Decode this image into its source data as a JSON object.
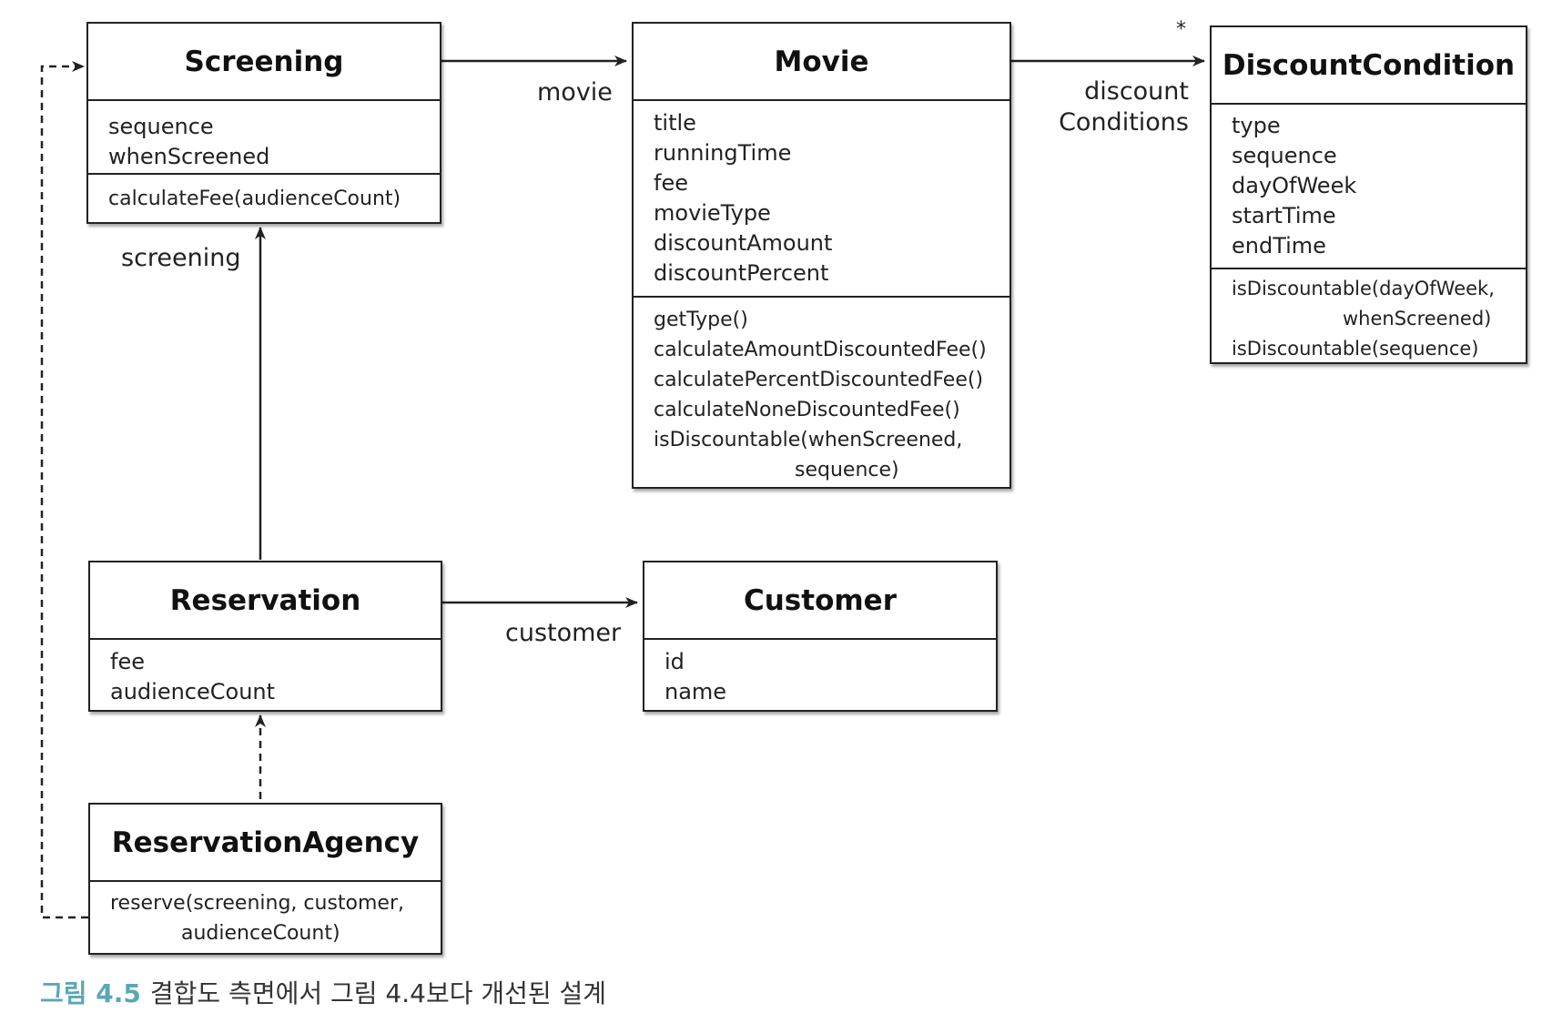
{
  "classes": {
    "screening": {
      "name": "Screening",
      "attributes": [
        "sequence",
        "whenScreened"
      ],
      "methods": [
        "calculateFee(audienceCount)"
      ]
    },
    "movie": {
      "name": "Movie",
      "attributes": [
        "title",
        "runningTime",
        "fee",
        "movieType",
        "discountAmount",
        "discountPercent"
      ],
      "methods": [
        "getType()",
        "calculateAmountDiscountedFee()",
        "calculatePercentDiscountedFee()",
        "calculateNoneDiscountedFee()",
        "isDiscountable(whenScreened,",
        "sequence)"
      ]
    },
    "discount_condition": {
      "name": "DiscountCondition",
      "attributes": [
        "type",
        "sequence",
        "dayOfWeek",
        "startTime",
        "endTime"
      ],
      "methods": [
        "isDiscountable(dayOfWeek,",
        "whenScreened)",
        "isDiscountable(sequence)"
      ]
    },
    "reservation": {
      "name": "Reservation",
      "attributes": [
        "fee",
        "audienceCount"
      ]
    },
    "customer": {
      "name": "Customer",
      "attributes": [
        "id",
        "name"
      ]
    },
    "reservation_agency": {
      "name": "ReservationAgency",
      "methods": [
        "reserve(screening, customer,",
        "audienceCount)"
      ]
    }
  },
  "associations": {
    "screening_movie": "movie",
    "movie_discount": [
      "discount",
      "Conditions"
    ],
    "movie_discount_multiplicity": "*",
    "reservation_screening": "screening",
    "reservation_customer": "customer"
  },
  "caption": {
    "figure_number": "그림 4.5",
    "text": "결합도 측면에서 그림 4.4보다 개선된 설계"
  }
}
